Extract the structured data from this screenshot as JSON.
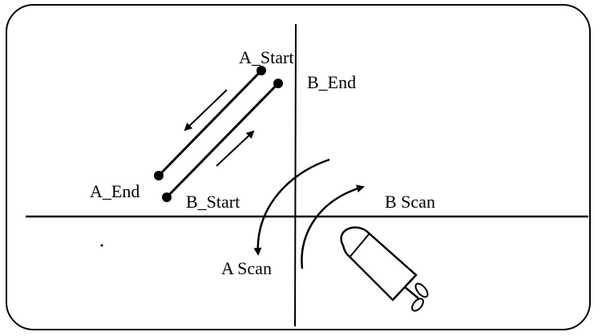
{
  "labels": {
    "a_start": "A_Start",
    "b_end": "B_End",
    "a_end": "A_End",
    "b_start": "B_Start",
    "b_scan": "B Scan",
    "a_scan": "A Scan"
  }
}
